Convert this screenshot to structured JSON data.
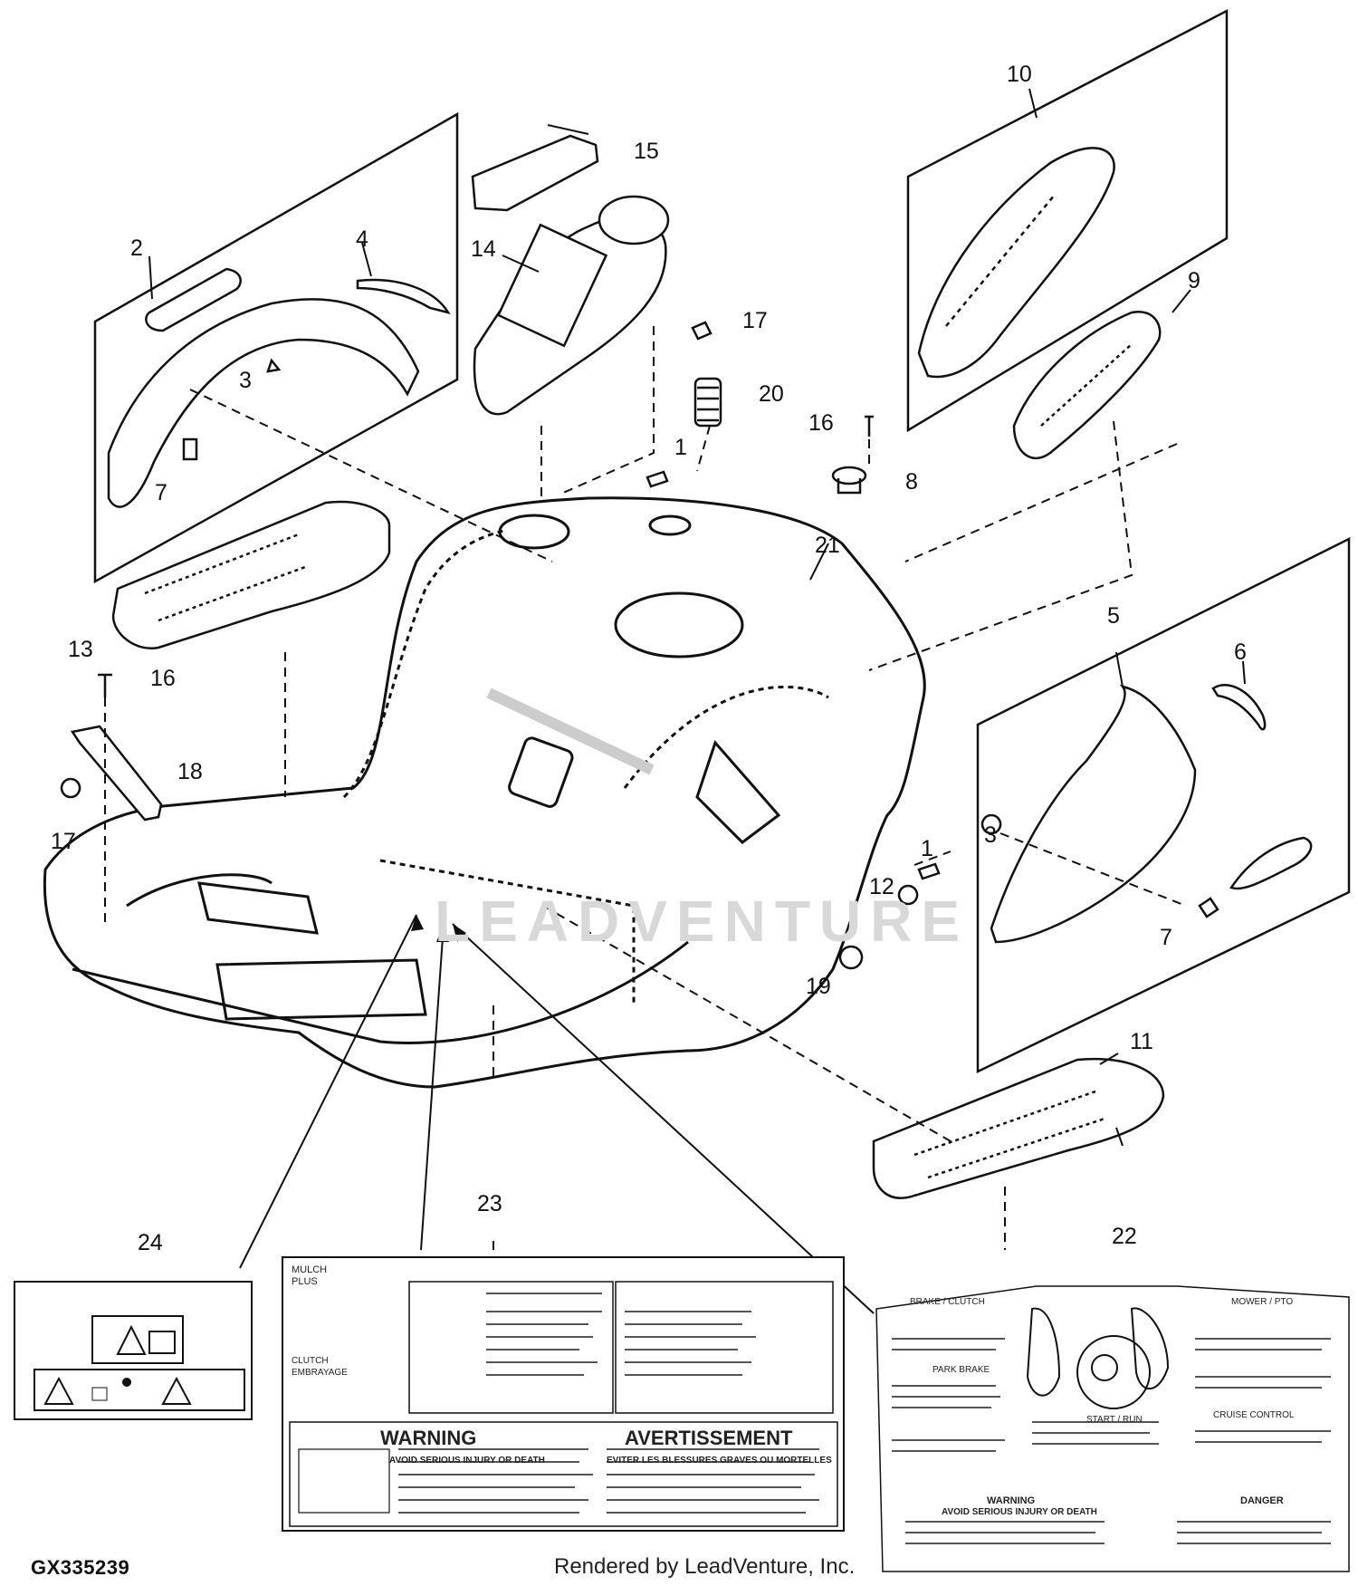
{
  "figure": {
    "id": "GX335239",
    "credit": "Rendered by LeadVenture, Inc.",
    "watermark": "LEADVENTURE"
  },
  "callouts": [
    {
      "key": "c1a",
      "text": "1"
    },
    {
      "key": "c1b",
      "text": "1"
    },
    {
      "key": "c2",
      "text": "2"
    },
    {
      "key": "c3a",
      "text": "3"
    },
    {
      "key": "c3b",
      "text": "3"
    },
    {
      "key": "c4",
      "text": "4"
    },
    {
      "key": "c5",
      "text": "5"
    },
    {
      "key": "c6",
      "text": "6"
    },
    {
      "key": "c7a",
      "text": "7"
    },
    {
      "key": "c7b",
      "text": "7"
    },
    {
      "key": "c8",
      "text": "8"
    },
    {
      "key": "c9",
      "text": "9"
    },
    {
      "key": "c10",
      "text": "10"
    },
    {
      "key": "c11",
      "text": "11"
    },
    {
      "key": "c12",
      "text": "12"
    },
    {
      "key": "c13",
      "text": "13"
    },
    {
      "key": "c14",
      "text": "14"
    },
    {
      "key": "c15",
      "text": "15"
    },
    {
      "key": "c16a",
      "text": "16"
    },
    {
      "key": "c16b",
      "text": "16"
    },
    {
      "key": "c17a",
      "text": "17"
    },
    {
      "key": "c17b",
      "text": "17"
    },
    {
      "key": "c18",
      "text": "18"
    },
    {
      "key": "c19",
      "text": "19"
    },
    {
      "key": "c20",
      "text": "20"
    },
    {
      "key": "c21",
      "text": "21"
    },
    {
      "key": "c22",
      "text": "22"
    },
    {
      "key": "c23",
      "text": "23"
    },
    {
      "key": "c24",
      "text": "24"
    }
  ],
  "decal23": {
    "mulch": "MULCH",
    "plus": "PLUS",
    "clutch": "CLUTCH",
    "embrayage": "EMBRAYAGE",
    "warning": "WARNING",
    "avertissement": "AVERTISSEMENT",
    "avoid": "AVOID SERIOUS INJURY OR DEATH",
    "eviter": "EVITER LES BLESSURES GRAVES OU MORTELLES"
  },
  "decal22": {
    "brake_clutch": "BRAKE / CLUTCH",
    "park_brake": "PARK BRAKE",
    "mower_pto": "MOWER / PTO",
    "start_run": "START / RUN",
    "cruise_control": "CRUISE CONTROL",
    "warning": "WARNING",
    "danger": "DANGER",
    "avoid": "AVOID SERIOUS INJURY OR DEATH"
  }
}
